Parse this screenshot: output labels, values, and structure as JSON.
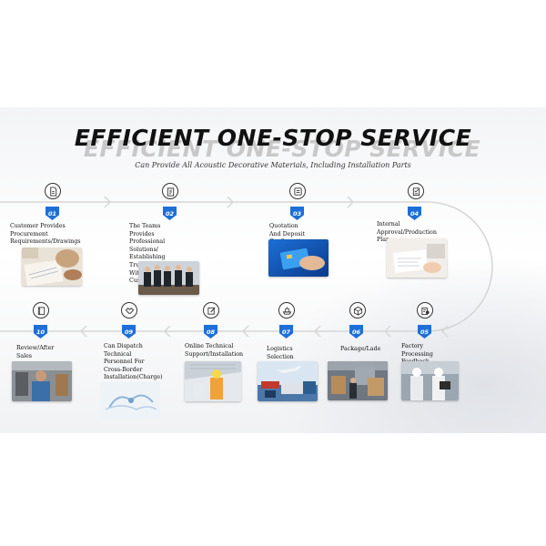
{
  "header": {
    "title": "EFFICIENT ONE-STOP SERVICE",
    "subtitle": "Can Provide All Acoustic Decorative Materials, Including Installation Parts"
  },
  "colors": {
    "accent": "#1e6fd8",
    "text": "#111111",
    "track": "#cfcfcf"
  },
  "steps": [
    {
      "num": "01",
      "icon": "document-icon",
      "label": "Customer Provides Procurement\nRequirements/Drawings"
    },
    {
      "num": "02",
      "icon": "clipboard-icon",
      "label": "The Teams Provides Professional\nSolutions/ Establishing Trust\nWith Customers"
    },
    {
      "num": "03",
      "icon": "quotation-icon",
      "label": "Quotation And Deposit\nConfirmation Order"
    },
    {
      "num": "04",
      "icon": "approval-icon",
      "label": "Internal Approval/Production\nPlan"
    },
    {
      "num": "05",
      "icon": "feedback-icon",
      "label": "Factory Processing\nFeedback Details"
    },
    {
      "num": "06",
      "icon": "package-icon",
      "label": "Package/Lade"
    },
    {
      "num": "07",
      "icon": "ship-icon",
      "label": "Logistics Selection"
    },
    {
      "num": "08",
      "icon": "edit-icon",
      "label": "Online Technical\nSupport/Installation"
    },
    {
      "num": "09",
      "icon": "handshake-icon",
      "label": "Can Dispatch Technical\nPersonnel For\nCross-Border\nInstallation(Charge)"
    },
    {
      "num": "10",
      "icon": "book-icon",
      "label": "Review/After Sales"
    }
  ]
}
